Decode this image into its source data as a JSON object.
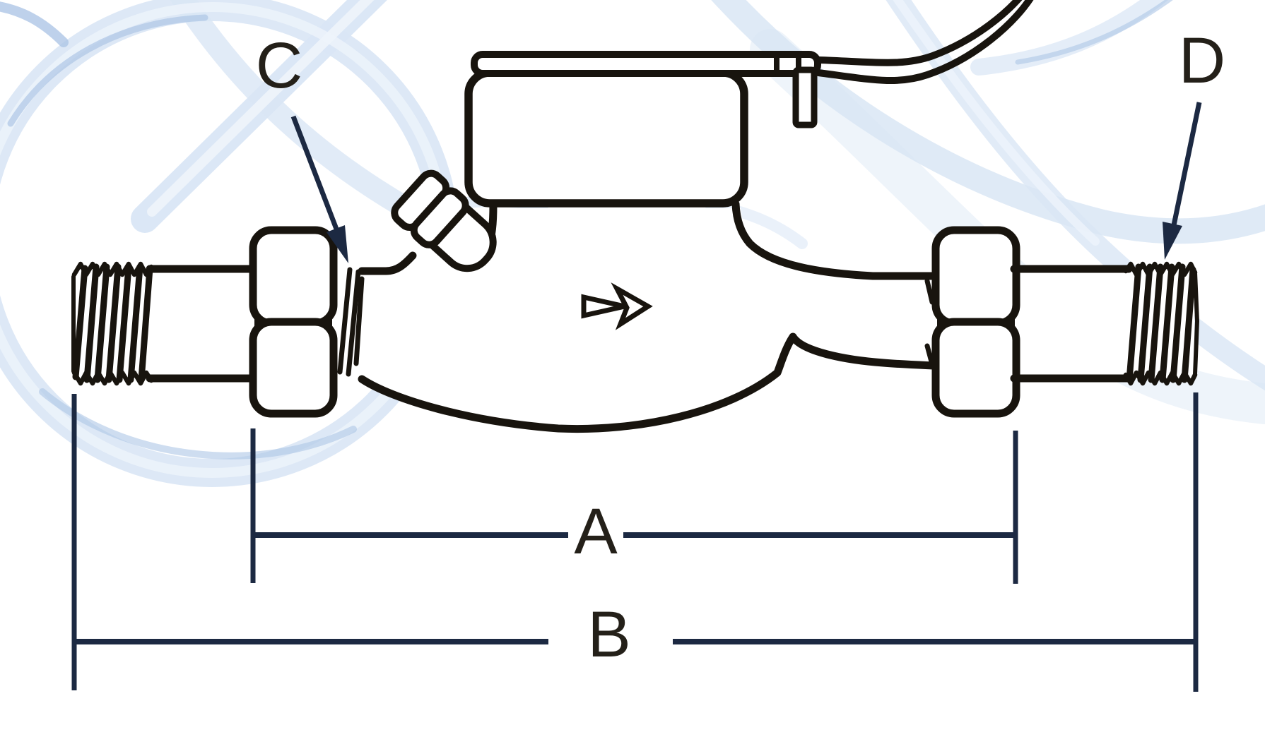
{
  "diagram": {
    "callouts": {
      "c": "C",
      "d": "D"
    },
    "dimensions": {
      "a": "A",
      "b": "B"
    }
  },
  "colors": {
    "background": "#ffffff",
    "line_art": "#18140e",
    "dimension_line": "#1c2942",
    "label_text": "#242019",
    "water_light": "#d9e6f5",
    "water_core": "#eef4fb",
    "water_accent": "#aec6e6"
  },
  "icons": {
    "flow_direction": "flow-right-arrow",
    "callout_c": "down-right-pointer-arrow",
    "callout_d": "down-left-pointer-arrow"
  }
}
